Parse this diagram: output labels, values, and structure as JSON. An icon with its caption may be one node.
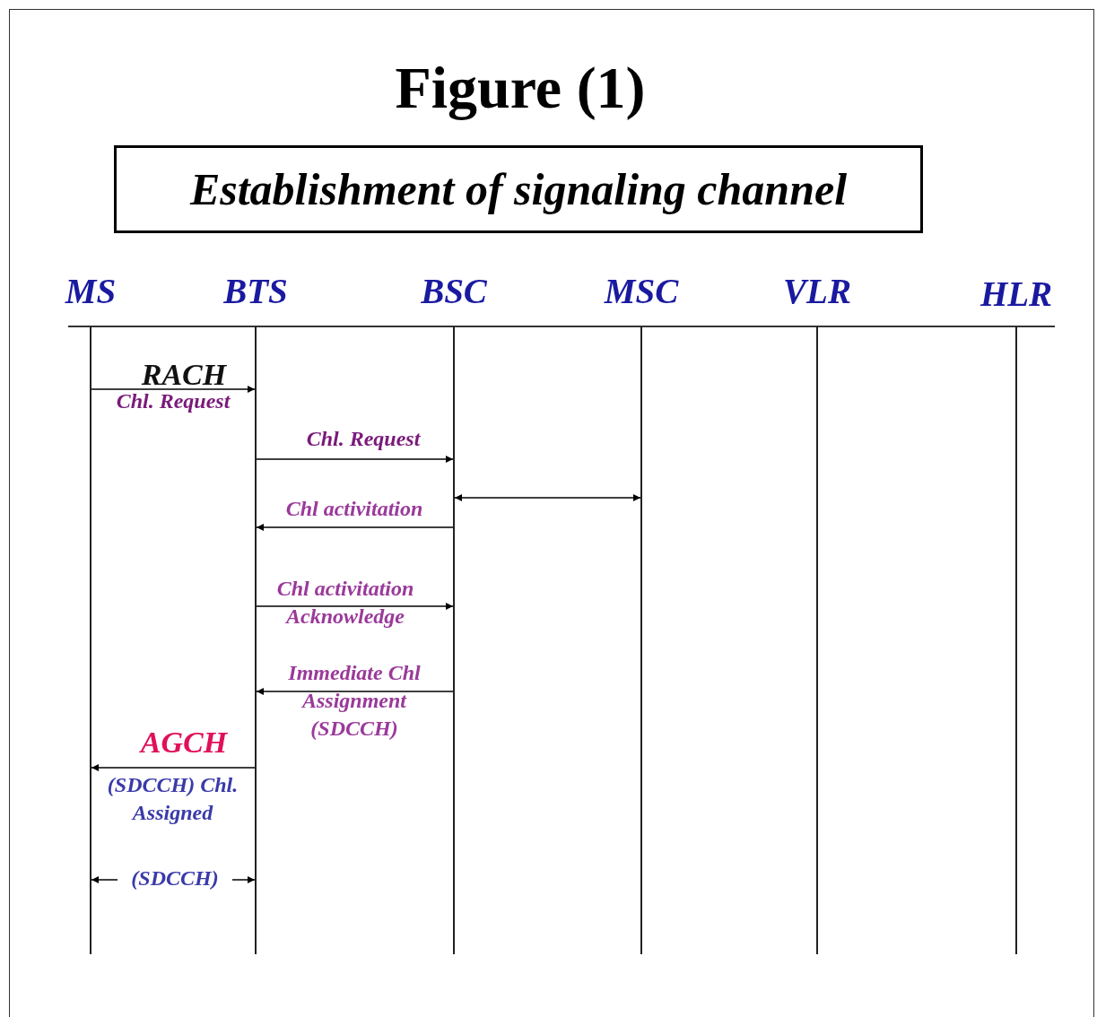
{
  "diagram": {
    "title": "Figure (1)",
    "nodes": [
      {
        "text": [
          "Establishment of signaling channel"
        ]
      },
      {
        "text": [
          "MS"
        ]
      },
      {
        "text": [
          "BTS"
        ]
      },
      {
        "text": [
          "BSC"
        ]
      },
      {
        "text": [
          "MSC"
        ]
      },
      {
        "text": [
          "VLR"
        ]
      },
      {
        "text": [
          "HLR"
        ]
      },
      {
        "text": [],
        "shape": "line"
      },
      {
        "text": [],
        "shape": "line"
      },
      {
        "text": [],
        "shape": "line"
      },
      {
        "text": [],
        "shape": "line"
      },
      {
        "text": [],
        "shape": "line"
      },
      {
        "text": [],
        "shape": "line"
      }
    ],
    "edges": [
      {
        "from": 7,
        "to": 8,
        "arrow": "to",
        "label": "Chl. Request"
      },
      {
        "from": 8,
        "to": 9,
        "arrow": "to",
        "label": "Chl. Request"
      },
      {
        "from": 9,
        "to": 10,
        "arrow": "both"
      },
      {
        "from": 9,
        "to": 8,
        "arrow": "to",
        "label": "Chl activitation"
      },
      {
        "from": 8,
        "to": 9,
        "arrow": "to",
        "label": "Chl activitation Acknowledge"
      },
      {
        "from": 9,
        "to": 8,
        "arrow": "to",
        "label": "Immediate Chl Assignment (SDCCH)"
      },
      {
        "from": 8,
        "to": 7,
        "arrow": "to",
        "label": "(SDCCH) Chl. Assigned"
      },
      {
        "from": 7,
        "to": 8,
        "arrow": "both",
        "label": "(SDCCH)"
      }
    ],
    "labels": [
      "RACH",
      "AGCH"
    ]
  }
}
